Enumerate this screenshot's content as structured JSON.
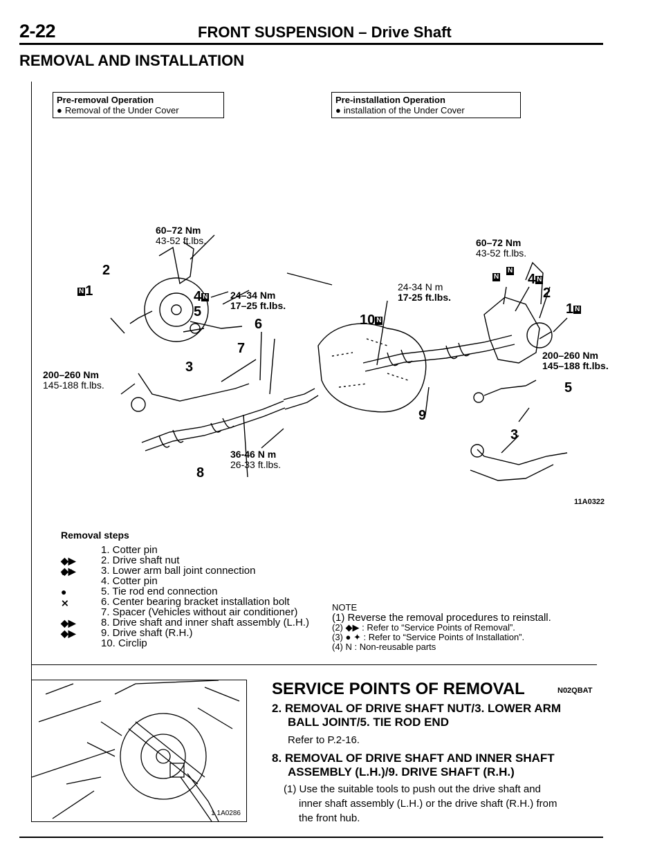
{
  "header": {
    "page_number": "2-22",
    "title": "FRONT SUSPENSION – Drive Shaft"
  },
  "section_title": "REMOVAL AND INSTALLATION",
  "pre_removal": {
    "title": "Pre-removal Operation",
    "item": "Removal of the Under Cover"
  },
  "pre_installation": {
    "title": "Pre-installation Operation",
    "item": "installation of the Under Cover"
  },
  "diagram": {
    "torque_left_top": {
      "nm": "60–72 Nm",
      "ft": "43-52 ft.lbs."
    },
    "torque_left_mid": {
      "nm": "24–34 Nm",
      "ft": "17–25 ft.lbs."
    },
    "torque_left_bottom": {
      "nm": "200–260 Nm",
      "ft": "145-188 ft.lbs."
    },
    "torque_center": {
      "nm": "36-46 N m",
      "ft": "26-33 ft.lbs."
    },
    "torque_right_top": {
      "nm": "60–72 Nm",
      "ft": "43-52 ft.lbs."
    },
    "torque_right_mid": {
      "nm": "24-34 N m",
      "ft": "17-25 ft.lbs."
    },
    "torque_right_bottom": {
      "nm": "200–260 Nm",
      "ft": "145–188 ft.lbs."
    },
    "callouts": {
      "n1": "1",
      "n2": "2",
      "n3": "3",
      "n4": "4",
      "n5": "5",
      "n6": "6",
      "n7": "7",
      "n8": "8",
      "n9": "9",
      "n10": "10",
      "r1": "1",
      "r2": "2",
      "r3": "3",
      "r4": "4",
      "r5": "5"
    },
    "nonreusable_symbol": "N",
    "figure_code": "11A0322"
  },
  "removal_steps": {
    "title": "Removal steps",
    "steps": [
      {
        "mark": "",
        "text": "1. Cotter pin"
      },
      {
        "mark": "◆▶ ● *",
        "text": "2. Drive shaft nut"
      },
      {
        "mark": "◆▶",
        "text": "3. Lower arm ball joint connection"
      },
      {
        "mark": "",
        "text": "4. Cotter pin"
      },
      {
        "mark": "● ⨯",
        "text": "5. Tie rod end connection"
      },
      {
        "mark": "",
        "text": "6. Center bearing bracket installation bolt"
      },
      {
        "mark": "",
        "text": "7. Spacer (Vehicles without air conditioner)"
      },
      {
        "mark": "◆▶",
        "text": "8. Drive shaft and inner shaft assembly (L.H.)"
      },
      {
        "mark": "◆▶",
        "text": "9. Drive shaft (R.H.)"
      },
      {
        "mark": "",
        "text": "10. Circlip"
      }
    ]
  },
  "note": {
    "title": "NOTE",
    "lines": [
      "(1) Reverse the removal procedures to reinstall.",
      "(2) ◆▶ : Refer to “Service Points of Removal”.",
      "(3) ● ✦ : Refer to “Service Points of Installation”.",
      "(4) N : Non-reusable parts"
    ]
  },
  "photo": {
    "figure_code": "1 1A0286"
  },
  "service_points": {
    "title": "SERVICE POINTS OF REMOVAL",
    "code": "N02QBAT",
    "item1_heading_a": "2. REMOVAL OF DRIVE SHAFT NUT/3. LOWER ARM",
    "item1_heading_b": "BALL JOINT/5. TIE ROD END",
    "item1_text": "Refer to P.2-16.",
    "item2_heading_a": "8. REMOVAL OF DRIVE SHAFT AND INNER SHAFT",
    "item2_heading_b": "ASSEMBLY (L.H.)/9. DRIVE SHAFT (R.H.)",
    "item2_text_a": "(1) Use the suitable tools to push out the drive shaft and",
    "item2_text_b": "inner shaft assembly (L.H.) or the drive shaft (R.H.) from",
    "item2_text_c": "the front hub."
  }
}
